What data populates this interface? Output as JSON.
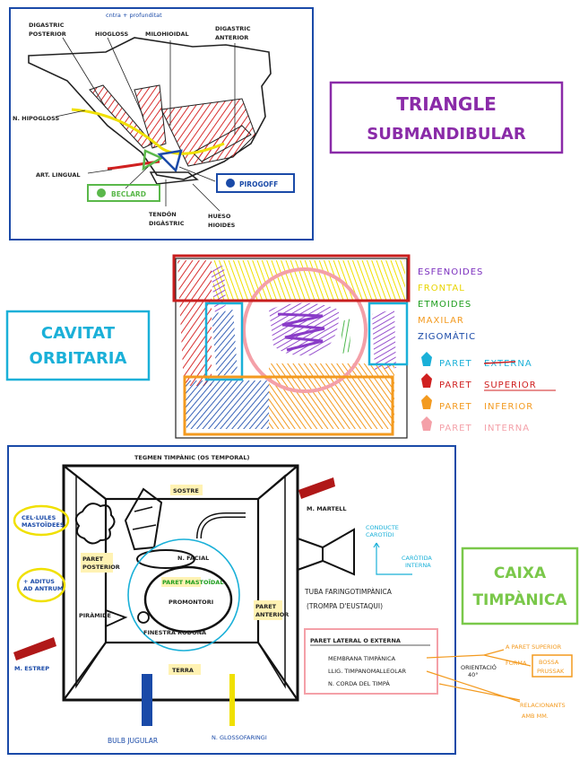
{
  "submandibular": {
    "title_line1": "TRIANGLE",
    "title_line2": "SUBMANDIBULAR",
    "note_top": "cntra + profunditat",
    "labels": {
      "digastric_posterior": [
        "DIGASTRIC",
        "POSTERIOR"
      ],
      "hiogloss": "HIOGLOSS",
      "milohioidal": "MILOHIOIDAL",
      "digastric_anterior": [
        "DIGASTRIC",
        "ANTERIOR"
      ],
      "n_hipogloss": "N. HIPOGLOSS",
      "art_lingual": "ART. LINGUAL",
      "beclard": "BECLARD",
      "pirogoff": "PIROGOFF",
      "tendon_digastric": [
        "TENDÓN",
        "DIGÀSTRIC"
      ],
      "hueso_hioides": [
        "HUESO",
        "HIOIDES"
      ]
    }
  },
  "orbitaria": {
    "title_line1": "CAVITAT",
    "title_line2": "ORBITARIA",
    "bones": [
      {
        "name": "ESFENOIDES",
        "color": "#7b2fbe"
      },
      {
        "name": "FRONTAL",
        "color": "#e8d400"
      },
      {
        "name": "ETMOIDES",
        "color": "#1f9e1f"
      },
      {
        "name": "MAXILAR",
        "color": "#f39a1f"
      },
      {
        "name": "ZIGOMÀTIC",
        "color": "#1a4aa8"
      }
    ],
    "walls": [
      {
        "text": "PARET",
        "extra": "EXTERNA",
        "color": "#1ab0d8"
      },
      {
        "text": "PARET",
        "extra": "SUPERIOR",
        "color": "#d02020"
      },
      {
        "text": "PARET",
        "extra": "INFERIOR",
        "color": "#f39a1f"
      },
      {
        "text": "PARET",
        "extra": "INTERNA",
        "color": "#f4a0a8"
      }
    ]
  },
  "timpanica": {
    "title_line1": "CAIXA",
    "title_line2": "TIMPÀNICA",
    "labels": {
      "tegmen": "TEGMEN TIMPÀNIC (OS TEMPORAL)",
      "sostre": "SOSTRE",
      "cellules": [
        "CEL·LULES",
        "MASTOÏDEES"
      ],
      "aditus": [
        "+ ADITUS",
        "AD ANTRUM"
      ],
      "paret_posterior": [
        "PARET",
        "POSTERIOR"
      ],
      "paret_mastoidal": "PARET MASTOÏDAL",
      "paret_anterior": [
        "PARET",
        "ANTERIOR"
      ],
      "n_facial": "N. FACIAL",
      "promontori": "PROMONTORI",
      "piramide": "PIRÀMIDE",
      "finestra_rodona": "FINESTRA RODONA",
      "terra": "TERRA",
      "n_martell": "M. MARTELL",
      "n_estrep": "M. ESTREP",
      "conducte_caroticd": [
        "CONDUCTE",
        "CAROTÍDI"
      ],
      "caritida_interna": [
        "CARÒTIDA",
        "INTERNA"
      ],
      "tuba": "TUBA FARINGOTIMPÀNICA",
      "trompa": "(TROMPA D'EUSTAQUI)",
      "bulb": "BULB JUGULAR",
      "n_glossofaringi": "N. GLOSSOFARINGI",
      "paret_lateral_title": "PARET LATERAL O EXTERNA",
      "paret_lateral_items": [
        "MEMBRANA TIMPÀNICA",
        "LLIG. TIMPANOMALLEOLAR",
        "N. CORDA DEL TIMPÀ"
      ],
      "orientacio": [
        "ORIENTACIÓ",
        "40°"
      ],
      "paret_superior_note": [
        "A PARET SUPERIOR",
        "FORMA"
      ],
      "bossa": [
        "BOSSA",
        "PRUSSAK"
      ],
      "relacionants": [
        "RELACIONANTS",
        "AMB MM."
      ]
    }
  }
}
